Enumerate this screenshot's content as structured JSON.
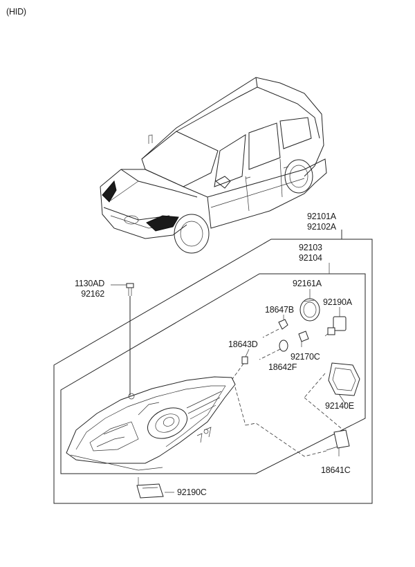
{
  "variant_label": "(HID)",
  "labels": {
    "assembly_main_1": "92101A",
    "assembly_main_2": "92102A",
    "housing_1": "92103",
    "housing_2": "92104",
    "screw_1": "1130AD",
    "screw_2": "92162",
    "cap": "92161A",
    "bulb_position": "18647B",
    "igniter": "92190A",
    "bulb_small": "18643D",
    "socket": "92170C",
    "bulb_wedge": "18642F",
    "bracket": "92140E",
    "hid_bulb": "18641C",
    "ballast_cover": "92190C"
  }
}
